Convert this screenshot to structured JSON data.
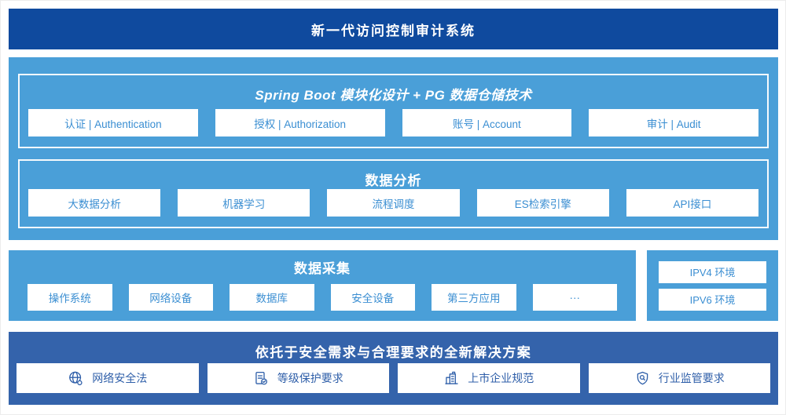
{
  "banner": {
    "title": "新一代访问控制审计系统"
  },
  "platform": {
    "spring": {
      "title": "Spring Boot 模块化设计 + PG 数据仓储技术",
      "modules": [
        "认证 | Authentication",
        "授权 | Authorization",
        "账号 | Account",
        "审计 | Audit"
      ]
    },
    "analysis": {
      "title": "数据分析",
      "modules": [
        "大数据分析",
        "机器学习",
        "流程调度",
        "ES检索引擎",
        "API接口"
      ]
    }
  },
  "collection": {
    "title": "数据采集",
    "modules": [
      "操作系统",
      "网络设备",
      "数据库",
      "安全设备",
      "第三方应用",
      "···"
    ]
  },
  "environments": {
    "items": [
      "IPV4 环境",
      "IPV6 环境"
    ]
  },
  "solution": {
    "title": "依托于安全需求与合理要求的全新解决方案",
    "items": [
      {
        "icon": "globe-icon",
        "label": "网络安全法"
      },
      {
        "icon": "document-check-icon",
        "label": "等级保护要求"
      },
      {
        "icon": "building-icon",
        "label": "上市企业规范"
      },
      {
        "icon": "shield-search-icon",
        "label": "行业监管要求"
      }
    ]
  },
  "colors": {
    "banner_blue": "#0f4a9e",
    "light_blue": "#4a9fd8",
    "solution_blue": "#3463ab",
    "module_text_blue": "#3a8ed2",
    "solution_text_blue": "#2f5fa9"
  }
}
